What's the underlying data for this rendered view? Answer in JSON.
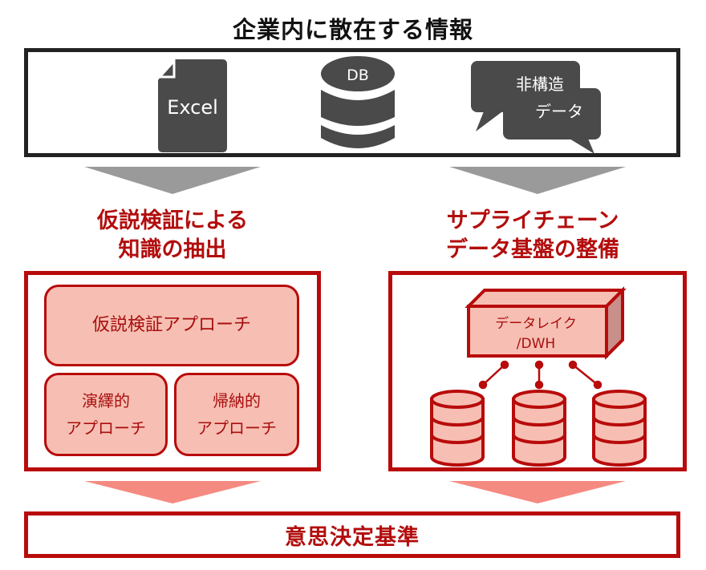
{
  "title": "企業内に散在する情報",
  "sources": {
    "excel": {
      "icon": "excel-file-icon",
      "label": "Excel"
    },
    "db": {
      "icon": "database-icon",
      "label": "DB"
    },
    "unstructured": {
      "icon": "speech-bubbles-icon",
      "line1": "非構造",
      "line2": "データ"
    }
  },
  "left": {
    "heading_line1": "仮説検証による",
    "heading_line2": "知識の抽出",
    "main_box": "仮説検証アプローチ",
    "sub_boxes": [
      {
        "line1": "演繹的",
        "line2": "アプローチ"
      },
      {
        "line1": "帰納的",
        "line2": "アプローチ"
      }
    ]
  },
  "right": {
    "heading_line1": "サプライチェーン",
    "heading_line2": "データ基盤の整備",
    "lake_line1": "データレイク",
    "lake_line2": "/DWH",
    "database_count": 3
  },
  "bottom": {
    "label": "意思決定基準"
  },
  "colors": {
    "dark": "#222222",
    "icon_gray": "#4a4a4a",
    "arrow_gray": "#9a9a9a",
    "red": "#b80b0b",
    "pink_fill": "#f7bfb3",
    "arrow_pink": "#f58a80"
  }
}
